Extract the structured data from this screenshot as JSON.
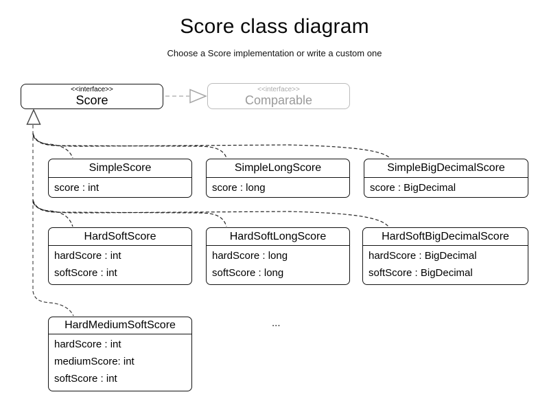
{
  "page": {
    "title": "Score class diagram",
    "subtitle": "Choose a Score implementation or write a custom one",
    "ellipsis": "..."
  },
  "interfaces": {
    "score": {
      "stereotype": "<<interface>>",
      "name": "Score"
    },
    "comparable": {
      "stereotype": "<<interface>>",
      "name": "Comparable"
    }
  },
  "classes": [
    {
      "name": "SimpleScore",
      "attributes": [
        "score : int"
      ]
    },
    {
      "name": "SimpleLongScore",
      "attributes": [
        "score : long"
      ]
    },
    {
      "name": "SimpleBigDecimalScore",
      "attributes": [
        "score : BigDecimal"
      ]
    },
    {
      "name": "HardSoftScore",
      "attributes": [
        "hardScore : int",
        "softScore : int"
      ]
    },
    {
      "name": "HardSoftLongScore",
      "attributes": [
        "hardScore : long",
        "softScore : long"
      ]
    },
    {
      "name": "HardSoftBigDecimalScore",
      "attributes": [
        "hardScore : BigDecimal",
        "softScore : BigDecimal"
      ]
    },
    {
      "name": "HardMediumSoftScore",
      "attributes": [
        "hardScore : int",
        "mediumScore: int",
        "softScore : int"
      ]
    }
  ],
  "colors": {
    "line": "#222222",
    "trunk_line": "#555555",
    "muted_gray": "#9a9a9a",
    "muted_border": "#bbbbbb",
    "box_border": "#111111",
    "background": "#ffffff"
  }
}
